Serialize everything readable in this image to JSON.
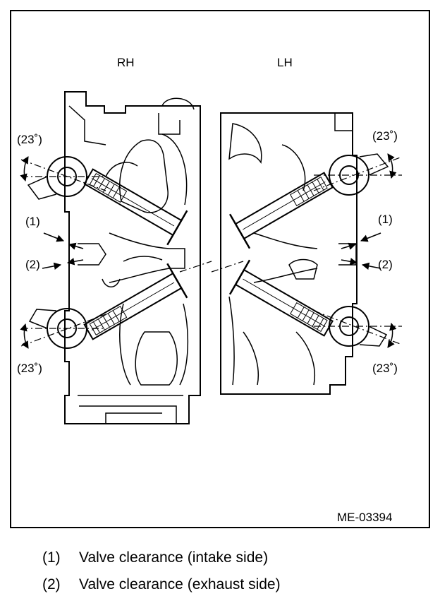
{
  "diagram": {
    "side_labels": {
      "rh": "RH",
      "lh": "LH"
    },
    "callouts": {
      "one": "(1)",
      "two": "(2)",
      "angle": "(23˚)"
    },
    "figure_id": "ME-03394"
  },
  "legend": [
    {
      "num": "(1)",
      "text": "Valve clearance (intake side)"
    },
    {
      "num": "(2)",
      "text": "Valve clearance (exhaust side)"
    }
  ]
}
